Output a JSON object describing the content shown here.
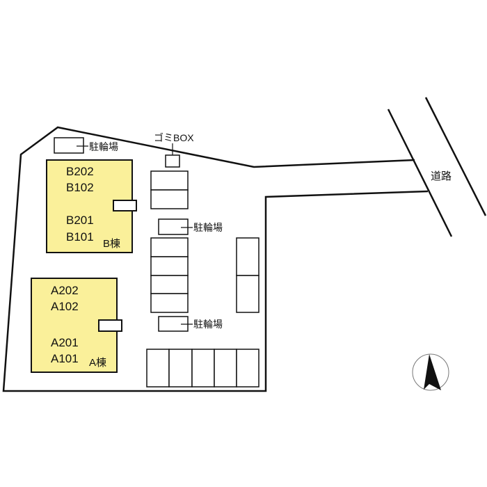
{
  "colors": {
    "building": "#FAF09A",
    "line": "#111111"
  },
  "buildings": [
    {
      "name": "B棟",
      "units_upper": [
        "B202",
        "B102"
      ],
      "units_lower": [
        "B201",
        "B101"
      ]
    },
    {
      "name": "A棟",
      "units_upper": [
        "A202",
        "A102"
      ],
      "units_lower": [
        "A201",
        "A101"
      ]
    }
  ],
  "labels": {
    "bike_parking": "駐輪場",
    "garbage": "ゴミBOX",
    "road": "道路"
  },
  "compass": {
    "icon": "north-arrow-icon"
  }
}
